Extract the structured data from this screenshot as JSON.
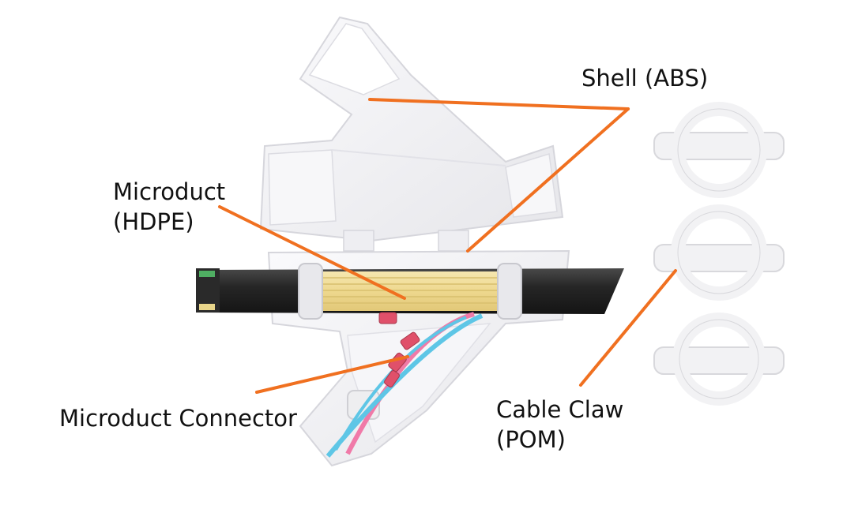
{
  "labels": {
    "shell": [
      "Shell (ABS)"
    ],
    "microduct": [
      "Microduct",
      "(HDPE)"
    ],
    "connector": [
      "Microduct Connector"
    ],
    "claw": [
      "Cable Claw",
      "(POM)"
    ]
  },
  "colors": {
    "leader": "#f07020",
    "shell": "#f1f1f4",
    "shell_edge": "#d6d6dc",
    "cable_jacket": "#2b2b2b",
    "fiber_bundle": "#f0dc96",
    "connector": "#e0506a",
    "tube_pink": "#f07aa8",
    "tube_blue": "#5ec6e6"
  }
}
